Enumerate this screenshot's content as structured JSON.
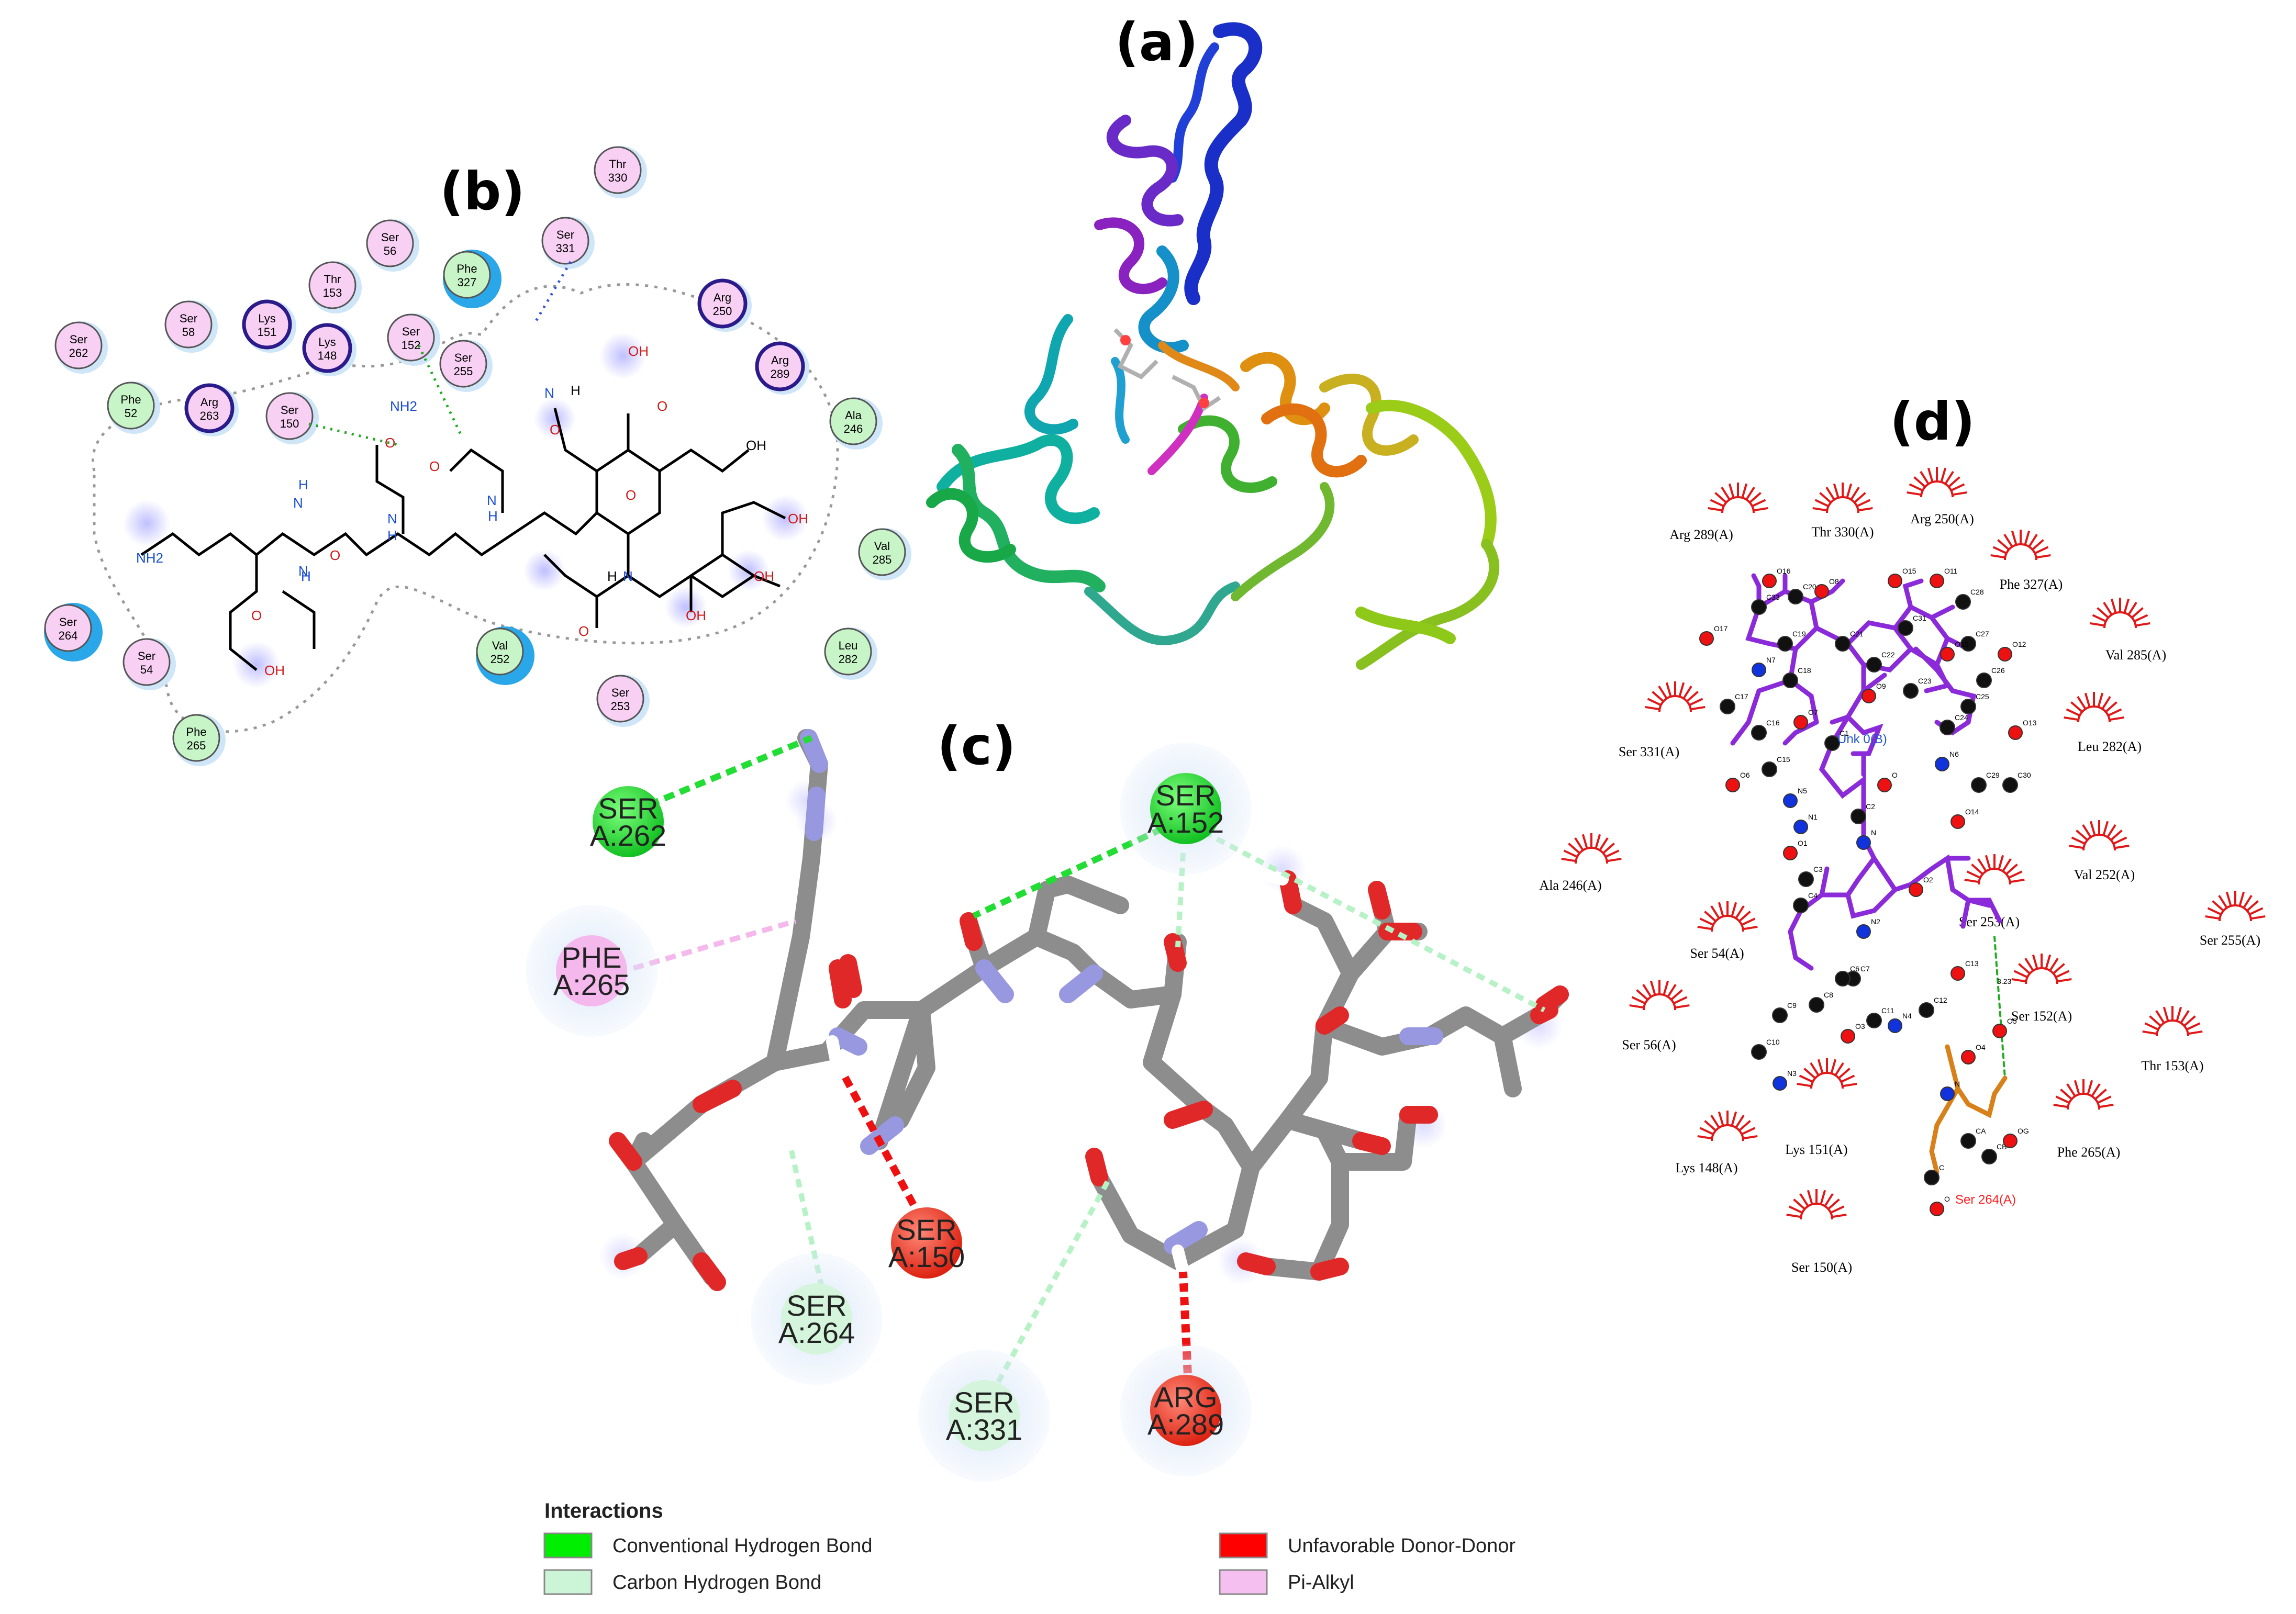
{
  "panels": {
    "a": {
      "label": "(a)"
    },
    "b": {
      "label": "(b)",
      "residues": [
        {
          "id": "ser262",
          "lines": [
            "Ser",
            "262"
          ]
        },
        {
          "id": "ser58",
          "lines": [
            "Ser",
            "58"
          ]
        },
        {
          "id": "lys151",
          "lines": [
            "Lys",
            "151"
          ]
        },
        {
          "id": "lys148",
          "lines": [
            "Lys",
            "148"
          ]
        },
        {
          "id": "thr153",
          "lines": [
            "Thr",
            "153"
          ]
        },
        {
          "id": "ser56",
          "lines": [
            "Ser",
            "56"
          ]
        },
        {
          "id": "phe327",
          "lines": [
            "Phe",
            "327"
          ]
        },
        {
          "id": "ser152",
          "lines": [
            "Ser",
            "152"
          ]
        },
        {
          "id": "ser255",
          "lines": [
            "Ser",
            "255"
          ]
        },
        {
          "id": "ser331",
          "lines": [
            "Ser",
            "331"
          ]
        },
        {
          "id": "thr330",
          "lines": [
            "Thr",
            "330"
          ]
        },
        {
          "id": "arg250",
          "lines": [
            "Arg",
            "250"
          ]
        },
        {
          "id": "arg289",
          "lines": [
            "Arg",
            "289"
          ]
        },
        {
          "id": "phe52",
          "lines": [
            "Phe",
            "52"
          ]
        },
        {
          "id": "arg263",
          "lines": [
            "Arg",
            "263"
          ]
        },
        {
          "id": "ser150",
          "lines": [
            "Ser",
            "150"
          ]
        },
        {
          "id": "ala246",
          "lines": [
            "Ala",
            "246"
          ]
        },
        {
          "id": "val285",
          "lines": [
            "Val",
            "285"
          ]
        },
        {
          "id": "ser264",
          "lines": [
            "Ser",
            "264"
          ]
        },
        {
          "id": "ser54",
          "lines": [
            "Ser",
            "54"
          ]
        },
        {
          "id": "val252",
          "lines": [
            "Val",
            "252"
          ]
        },
        {
          "id": "leu282",
          "lines": [
            "Leu",
            "282"
          ]
        },
        {
          "id": "ser253",
          "lines": [
            "Ser",
            "253"
          ]
        },
        {
          "id": "phe265",
          "lines": [
            "Phe",
            "265"
          ]
        }
      ],
      "atoms": [
        "NH2",
        "O",
        "H",
        "N",
        "O",
        "N",
        "H",
        "O",
        "N",
        "H",
        "O",
        "N",
        "H",
        "OH",
        "O",
        "OH",
        "NH2",
        "O",
        "N",
        "H",
        "OH",
        "O",
        "OH",
        "N",
        "H",
        "OH",
        "O",
        "OH"
      ]
    },
    "c": {
      "label": "(c)",
      "residues": [
        {
          "id": "ser262",
          "name": "SER",
          "pos": "A:262",
          "color": "#22dd33"
        },
        {
          "id": "phe265",
          "name": "PHE",
          "pos": "A:265",
          "color": "#f5b8ec"
        },
        {
          "id": "ser152",
          "name": "SER",
          "pos": "A:152",
          "color": "#22dd33"
        },
        {
          "id": "ser150",
          "name": "SER",
          "pos": "A:150",
          "color": "#ee3322"
        },
        {
          "id": "ser264",
          "name": "SER",
          "pos": "A:264",
          "color": "#d4f5dc"
        },
        {
          "id": "ser331",
          "name": "SER",
          "pos": "A:331",
          "color": "#d4f5dc"
        },
        {
          "id": "arg289",
          "name": "ARG",
          "pos": "A:289",
          "color": "#ee3322"
        }
      ],
      "legend": {
        "title": "Interactions",
        "items": [
          {
            "label": "Conventional Hydrogen Bond",
            "color": "#00ee00"
          },
          {
            "label": "Carbon Hydrogen Bond",
            "color": "#ccf5d8"
          },
          {
            "label": "Unfavorable Donor-Donor",
            "color": "#ff0000"
          },
          {
            "label": "Pi-Alkyl",
            "color": "#f5c0f0"
          }
        ]
      }
    },
    "d": {
      "label": "(d)",
      "ligand_label": "Unk 0(B)",
      "bond_label": "3.23",
      "hbond_residue": "Ser 264(A)",
      "residues": [
        "Arg 289(A)",
        "Thr 330(A)",
        "Arg 250(A)",
        "Phe 327(A)",
        "Val 285(A)",
        "Leu 282(A)",
        "Ser 331(A)",
        "Ala 246(A)",
        "Val 252(A)",
        "Ser 253(A)",
        "Ser 255(A)",
        "Ser 54(A)",
        "Ser 152(A)",
        "Ser 56(A)",
        "Thr 153(A)",
        "Lys 151(A)",
        "Lys 148(A)",
        "Phe 265(A)",
        "Ser 150(A)"
      ],
      "atoms": [
        "O16",
        "C20",
        "O8",
        "O15",
        "O11",
        "C28",
        "O17",
        "C33",
        "C19",
        "C21",
        "C31",
        "C27",
        "O12",
        "N7",
        "C22",
        "O10",
        "C26",
        "C23",
        "C18",
        "O9",
        "C25",
        "O13",
        "C17",
        "O7",
        "C24",
        "C16",
        "N6",
        "C1",
        "O",
        "C15",
        "C29",
        "C30",
        "O6",
        "N5",
        "C2",
        "O14",
        "N1",
        "N",
        "O1",
        "C3",
        "C4",
        "O2",
        "N2",
        "C7",
        "C6",
        "C13",
        "C9",
        "C8",
        "C11",
        "N4",
        "C12",
        "O3",
        "O5",
        "C10",
        "O4",
        "N3",
        "N",
        "CA",
        "CB",
        "OG",
        "C",
        "O"
      ]
    }
  }
}
